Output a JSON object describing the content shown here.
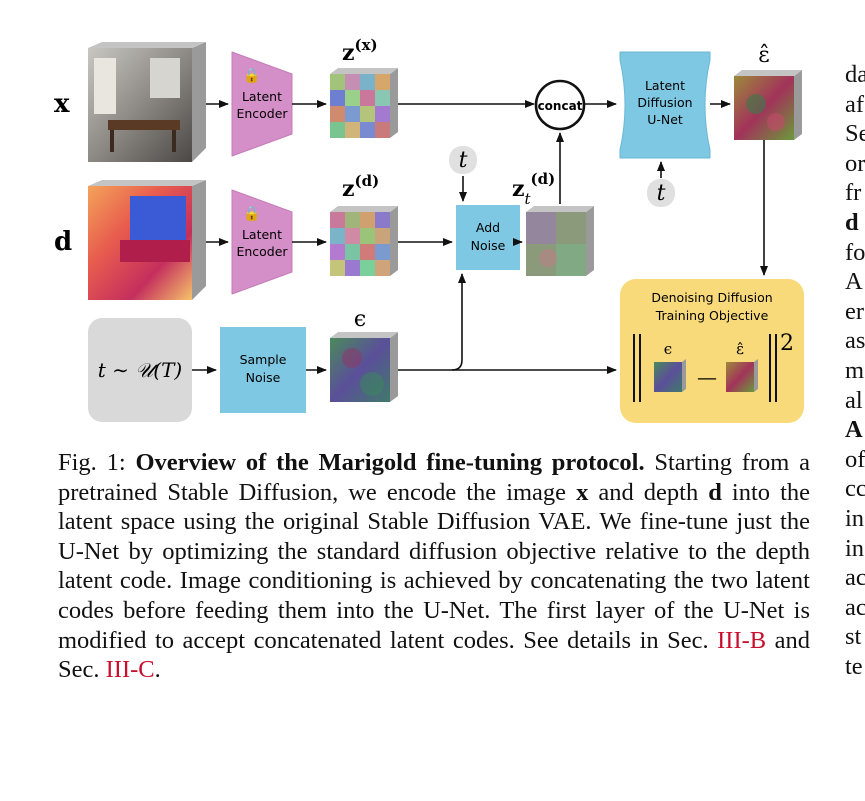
{
  "diagram": {
    "inputs": {
      "x": "x",
      "d": "d"
    },
    "encoder_label_1": "Latent",
    "encoder_label_2": "Encoder",
    "latent_zx_base": "z",
    "latent_zx_sup": "(x)",
    "latent_zd_base": "z",
    "latent_zd_sup": "(d)",
    "latent_zt_base": "z",
    "latent_zt_sub": "t",
    "latent_zt_sup": "(d)",
    "concat_label": "concat",
    "unet_label_1": "Latent",
    "unet_label_2": "Diffusion",
    "unet_label_3": "U-Net",
    "eps_hat_label": "ε̂",
    "eps_label": "ϵ",
    "t_label": "t",
    "add_noise_1": "Add",
    "add_noise_2": "Noise",
    "sample_noise_1": "Sample",
    "sample_noise_2": "Noise",
    "t_dist_label": "t ∼ 𝒰(T)",
    "objective_title_1": "Denoising Diffusion",
    "objective_title_2": "Training Objective",
    "objective_eps": "ϵ",
    "objective_eps_hat": "ε̂",
    "objective_minus": "—",
    "objective_power": "2",
    "colors": {
      "encoder": "#d58fc8",
      "noise_box": "#7ec8e3",
      "unet": "#7ec8e3",
      "objective_bg": "#f8da7a",
      "dist_bg": "#d9d9d9",
      "ref_red": "#c8102e"
    }
  },
  "caption": {
    "label": "Fig. 1:",
    "title": "Overview of the Marigold fine-tuning protocol.",
    "text_1": "Starting from a pretrained Stable Diffusion, we encode the image",
    "var_x": "x",
    "text_2": "and depth",
    "var_d": "d",
    "text_3": "into the latent space using the original Stable Diffusion VAE. We fine-tune just the U-Net by optimizing the standard diffusion objective relative to the depth latent code. Image conditioning is achieved by concatenating the two latent codes before feeding them into the U-Net. The first layer of the U-Net is modified to accept concatenated latent codes. See details in Sec.",
    "ref_1": "III-B",
    "text_4": "and Sec.",
    "ref_2": "III-C",
    "text_5": "."
  },
  "right_column": [
    "da",
    "af",
    "Se",
    "or",
    "fr",
    "d",
    "fo",
    "A",
    "er",
    "as",
    "m",
    "al",
    "A",
    "of",
    "cc",
    "in",
    "in",
    "ac",
    "ac",
    "st",
    "te"
  ]
}
